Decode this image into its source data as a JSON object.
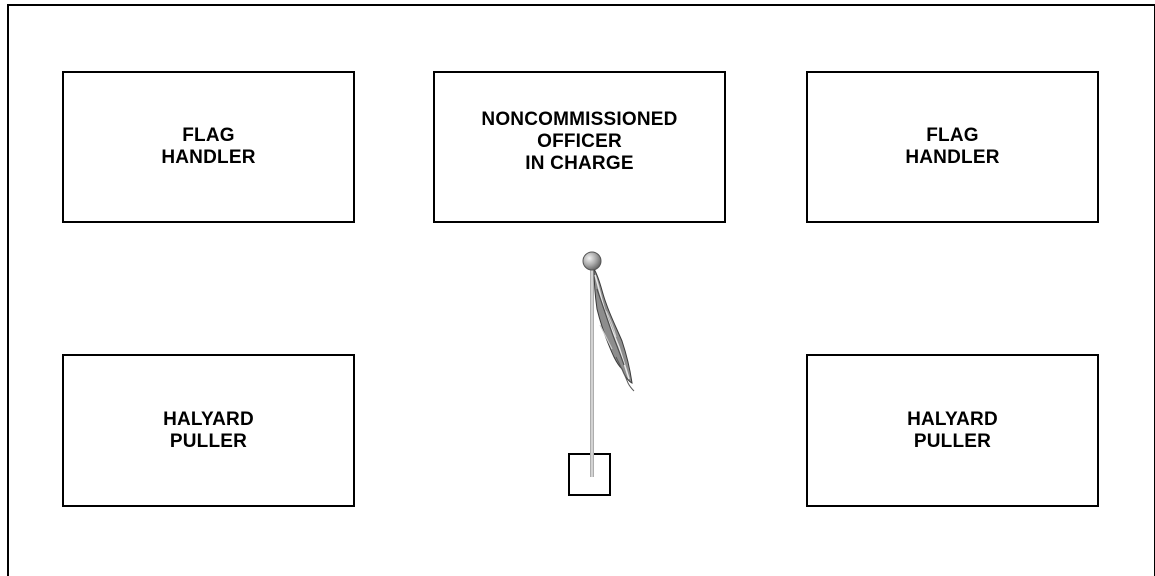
{
  "boxes": {
    "flag_handler_left": "FLAG\nHANDLER",
    "nco_in_charge": "NONCOMMISSIONED\nOFFICER\nIN CHARGE",
    "flag_handler_right": "FLAG\nHANDLER",
    "halyard_puller_left": "HALYARD\nPULLER",
    "halyard_puller_right": "HALYARD\nPULLER"
  },
  "icons": {
    "flagpole": "flagpole-icon",
    "flag": "flag-icon",
    "pole_base": "pole-base-icon"
  },
  "colors": {
    "border": "#000000",
    "pole": "#c8c8c8",
    "finial": "#a0a0a0",
    "flag": "#8a8a8a"
  }
}
